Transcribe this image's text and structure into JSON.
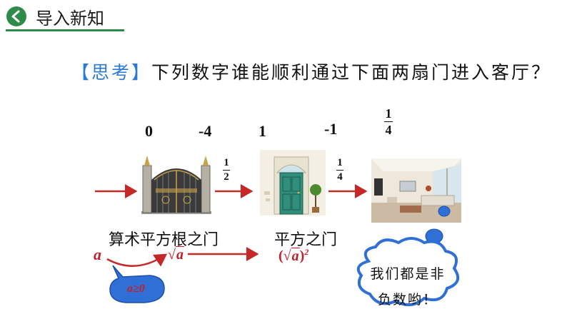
{
  "header": {
    "title": "导入新知",
    "accent": "#2e8b4a"
  },
  "question": {
    "label": "【思考】",
    "text": "下列数字谁能顺利通过下面两扇门进入客厅？"
  },
  "numbers": {
    "n0": "0",
    "n1": "-4",
    "n2": "1",
    "n3": "-1",
    "n4": {
      "num": "1",
      "den": "4"
    }
  },
  "gate_fraction": {
    "num": "1",
    "den": "2"
  },
  "door_fraction": {
    "num": "1",
    "den": "4"
  },
  "labels": {
    "sqrt_gate": "算术平方根之门",
    "square_gate": "平方之门"
  },
  "math": {
    "a": "a",
    "sqrt_a": "a",
    "square_a": "a",
    "exponent": "2",
    "condition": "a≥0"
  },
  "bubble": {
    "line1": "我们都是非",
    "line2": "负数哟！"
  },
  "colors": {
    "arrow": "#c62828",
    "question_label": "#2a7ad5",
    "math": "#c0202a",
    "condition_bubble": "#2f6fd6"
  }
}
